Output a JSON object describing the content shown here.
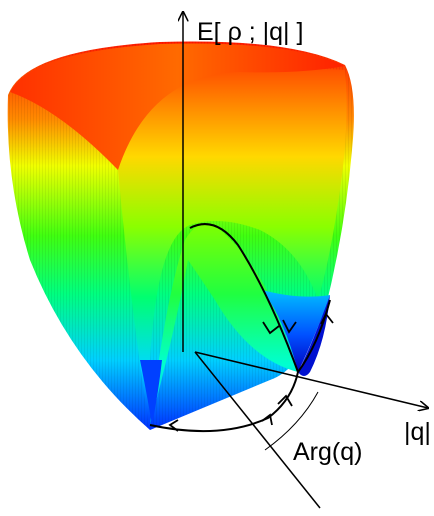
{
  "labels": {
    "energy_axis": "E[ ρ ; |q| ]",
    "radial_axis": "|q|",
    "angle": "Arg(q)"
  },
  "colors": {
    "high_energy": "#ff0000",
    "mid_high": "#ffe000",
    "mid": "#30ff00",
    "mid_low": "#00e0d0",
    "low_energy": "#0000ff",
    "axes": "#000000",
    "background": "#ffffff"
  }
}
